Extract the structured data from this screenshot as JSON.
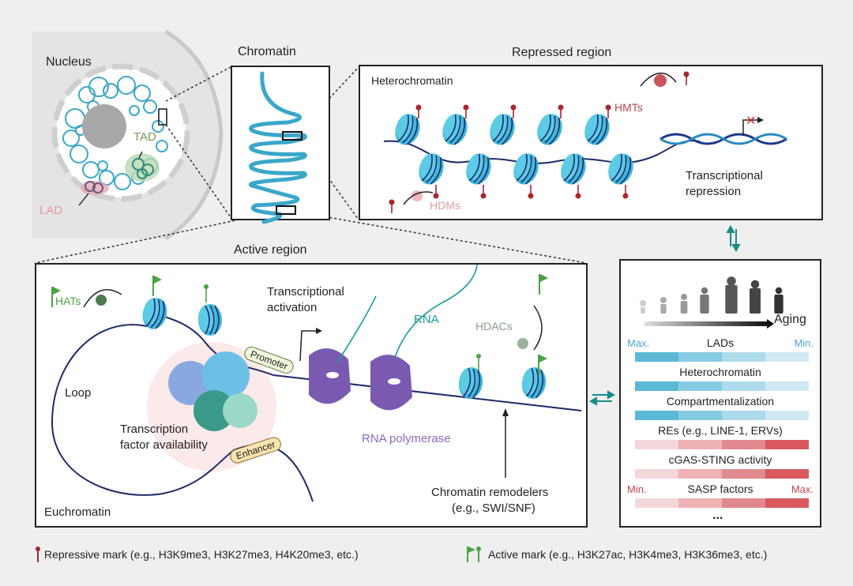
{
  "nucleus": {
    "title": "Nucleus",
    "tad_label": "TAD",
    "lad_label": "LAD"
  },
  "chromatin": {
    "title": "Chromatin"
  },
  "repressed": {
    "title": "Repressed region",
    "heterochromatin_label": "Heterochromatin",
    "hmts_label": "HMTs",
    "hdms_label": "HDMs",
    "repression_label_1": "Transcriptional",
    "repression_label_2": "repression"
  },
  "active": {
    "title": "Active region",
    "hats_label": "HATs",
    "activation_label_1": "Transcriptional",
    "activation_label_2": "activation",
    "rna_label": "RNA",
    "hdacs_label": "HDACs",
    "loop_label": "Loop",
    "promoter_label": "Promoter",
    "enhancer_label": "Enhancer",
    "tf_label_1": "Transcription",
    "tf_label_2": "factor availability",
    "polymerase_label": "RNA polymerase",
    "remodelers_label_1": "Chromatin remodelers",
    "remodelers_label_2": "(e.g., SWI/SNF)",
    "euchromatin_label": "Euchromatin"
  },
  "aging_panel": {
    "aging_label": "Aging",
    "stages": [
      "fetus-icon",
      "infant-icon",
      "toddler-icon",
      "child-icon",
      "adult-icon",
      "elder-icon",
      "elder-walker-icon"
    ],
    "blue_bars": [
      {
        "label": "LADs",
        "left": "Max.",
        "right": "Min."
      },
      {
        "label": "Heterochromatin"
      },
      {
        "label": "Compartmentalization"
      }
    ],
    "red_bars": [
      {
        "label": "REs (e.g., LINE-1, ERVs)"
      },
      {
        "label": "cGAS-STING activity"
      },
      {
        "label": "SASP factors",
        "left": "Min.",
        "right": "Max."
      }
    ],
    "ellipsis": "...",
    "colors": {
      "blue": [
        "#5bb8d6",
        "#86cbe2",
        "#aedbeb",
        "#cfe9f2"
      ],
      "red": [
        "#f4d7da",
        "#eeb1b6",
        "#e08a8f",
        "#d9595e"
      ]
    }
  },
  "legend": {
    "repressive": "Repressive mark (e.g., H3K9me3, H3K27me3, H4K20me3, etc.)",
    "active": "Active mark (e.g., H3K27ac, H3K4me3, H3K36me3, etc.)"
  },
  "colors": {
    "nucleosome": "#3fb6d8",
    "dna": "#1d2a6b",
    "repressive": "#a8262e",
    "active": "#4aa344",
    "polymerase": "#7a5ab0",
    "teal_arrow": "#1a8a8a"
  }
}
